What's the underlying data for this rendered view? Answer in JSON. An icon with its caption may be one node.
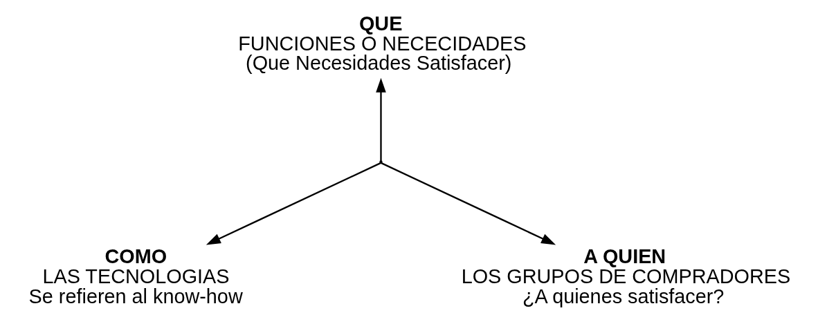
{
  "diagram": {
    "nodes": [
      {
        "text": [
          "QUE",
          "FUNCIONES O NECECIDADES",
          "(Que Necesidades Satisfacer)"
        ]
      },
      {
        "text": [],
        "shape": "point"
      },
      {
        "text": [
          "COMO",
          "LAS TECNOLOGIAS",
          "Se refieren al know-how"
        ]
      },
      {
        "text": [
          "A QUIEN",
          "LOS GRUPOS DE COMPRADORES",
          "¿A quienes satisfacer?"
        ]
      }
    ],
    "edges": [
      {
        "from": 1,
        "to": 0,
        "arrow": "to"
      },
      {
        "from": 1,
        "to": 2,
        "arrow": "to"
      },
      {
        "from": 1,
        "to": 3,
        "arrow": "to"
      }
    ]
  }
}
